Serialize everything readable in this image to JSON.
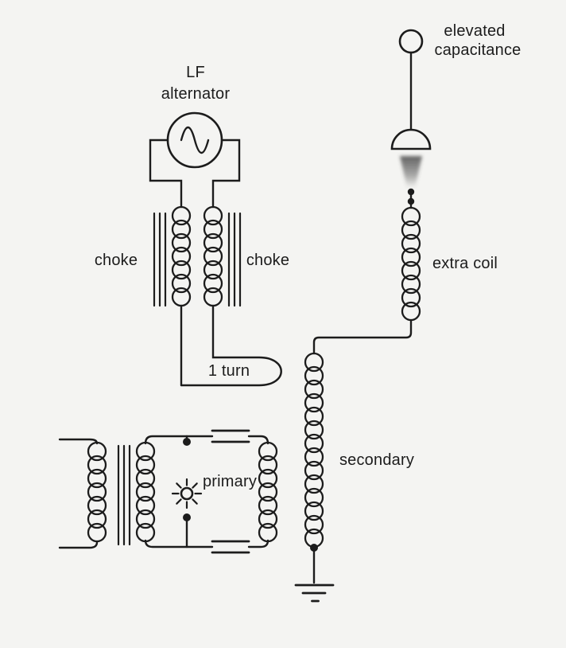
{
  "colors": {
    "background": "#f4f4f2",
    "ink": "#1c1c1c",
    "corona": "#4a4a4a"
  },
  "labels": {
    "alternator": {
      "line1": "LF",
      "line2": "alternator"
    },
    "choke_left": "choke",
    "choke_right": "choke",
    "one_turn": "1 turn",
    "elevated_capacitance": {
      "line1": "elevated",
      "line2": "capacitance"
    },
    "extra_coil": "extra coil",
    "secondary": "secondary",
    "primary": "primary"
  }
}
